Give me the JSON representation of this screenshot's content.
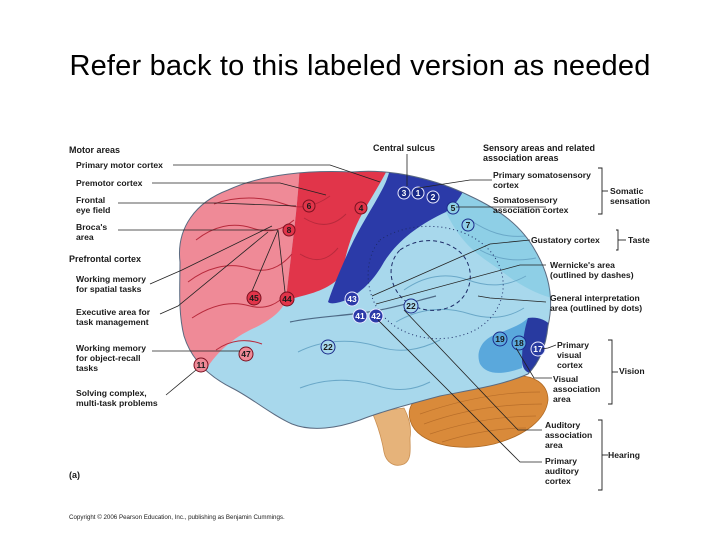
{
  "slide": {
    "title": "Refer back to this labeled version as needed"
  },
  "figure": {
    "left_headers": {
      "motor": "Motor areas",
      "prefrontal": "Prefrontal cortex"
    },
    "left_labels": {
      "primary_motor": "Primary motor cortex",
      "premotor": "Premotor cortex",
      "frontal_eye_1": "Frontal",
      "frontal_eye_2": "eye field",
      "broca_1": "Broca's",
      "broca_2": "area",
      "wm_spatial_1": "Working memory",
      "wm_spatial_2": "for spatial tasks",
      "exec_1": "Executive area for",
      "exec_2": "task management",
      "wm_object_1": "Working memory",
      "wm_object_2": "for  object-recall",
      "wm_object_3": "tasks",
      "solving_1": "Solving complex,",
      "solving_2": "multi-task problems"
    },
    "top_label": "Central sulcus",
    "right_headers": {
      "sensory_1": "Sensory areas and related",
      "sensory_2": "association areas"
    },
    "right_labels": {
      "primary_somato_1": "Primary somatosensory",
      "primary_somato_2": "cortex",
      "somato_assoc_1": "Somatosensory",
      "somato_assoc_2": "association cortex",
      "gustatory": "Gustatory cortex",
      "wernicke_1": "Wernicke's area",
      "wernicke_2": "(outlined by dashes)",
      "general_1": "General interpretation",
      "general_2": "area (outlined by dots)",
      "primary_visual_1": "Primary",
      "primary_visual_2": "visual",
      "primary_visual_3": "cortex",
      "visual_assoc_1": "Visual",
      "visual_assoc_2": "association",
      "visual_assoc_3": "area",
      "auditory_assoc_1": "Auditory",
      "auditory_assoc_2": "association",
      "auditory_assoc_3": "area",
      "primary_auditory_1": "Primary",
      "primary_auditory_2": "auditory",
      "primary_auditory_3": "cortex"
    },
    "group_labels": {
      "somatic_1": "Somatic",
      "somatic_2": "sensation",
      "taste": "Taste",
      "vision": "Vision",
      "hearing": "Hearing"
    },
    "area_numbers": {
      "n3": "3",
      "n1": "1",
      "n2": "2",
      "n5": "5",
      "n7": "7",
      "n6": "6",
      "n4": "4",
      "n8": "8",
      "n45": "45",
      "n44": "44",
      "n43": "43",
      "n22a": "22",
      "n41": "41",
      "n42": "42",
      "n22b": "22",
      "n47": "47",
      "n11": "11",
      "n19": "19",
      "n18": "18",
      "n17": "17"
    },
    "panel_label": "(a)",
    "copyright": "Copyright © 2006 Pearson Education, Inc., publishing as Benjamin Cummings.",
    "colors": {
      "frontal_red": "#e1354a",
      "prefrontal_pink": "#ef8a97",
      "somatosensory_blue": "#2b3aa8",
      "association_lightblue": "#8ecfe6",
      "temporal_blue": "#a8d8ec",
      "visual_darkblue": "#283aa0",
      "cerebellum_orange": "#d98a3a",
      "brainstem_tan": "#e6b37a"
    }
  }
}
